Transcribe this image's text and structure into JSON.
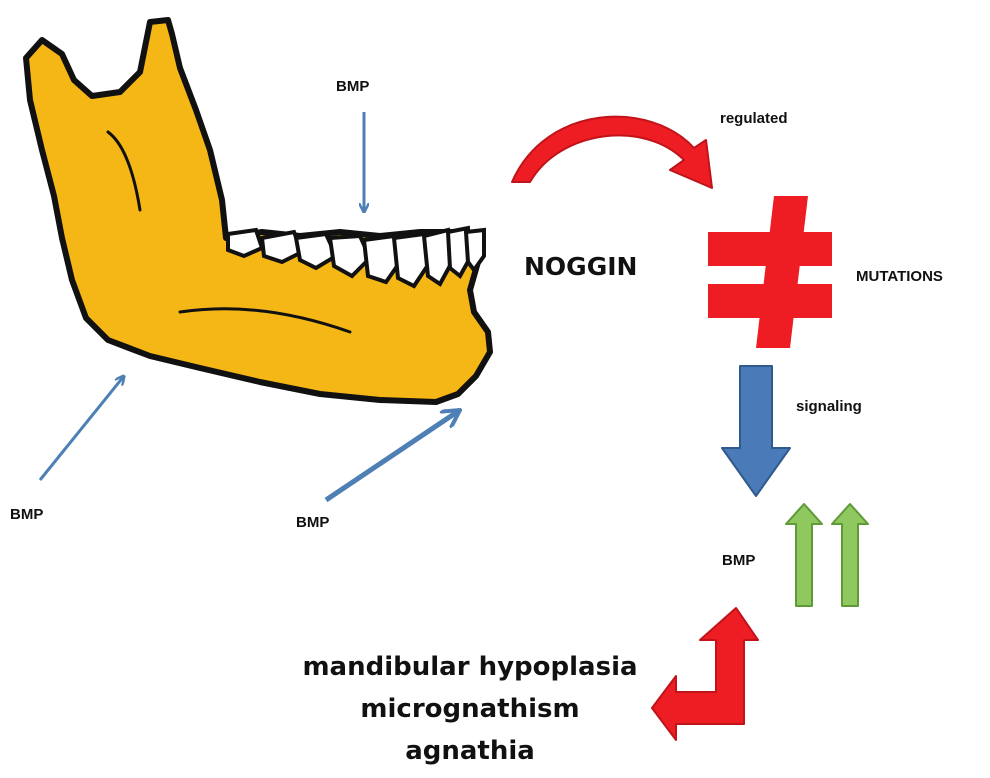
{
  "colors": {
    "jaw_fill": "#f5b716",
    "outline": "#111111",
    "blue_arrow": "#4e7fb5",
    "signal_arrow": "#4a7ab8",
    "red_shape": "#ee1d24",
    "green_arrow": "#8fc85e"
  },
  "icons": [
    "mandible-drawing",
    "curved-red-arrow",
    "not-equal-sign",
    "blue-down-arrow",
    "green-up-arrows",
    "red-bent-arrow"
  ],
  "labels": {
    "bmp_top": "BMP",
    "bmp_left": "BMP",
    "bmp_bottom": "BMP",
    "regulated": "regulated",
    "noggin": "NOGGIN",
    "mutations": "MUTATIONS",
    "signaling": "signaling",
    "bmp_right": "BMP"
  },
  "outcomes": [
    "mandibular hypoplasia",
    "micrognathism",
    "agnathia"
  ]
}
